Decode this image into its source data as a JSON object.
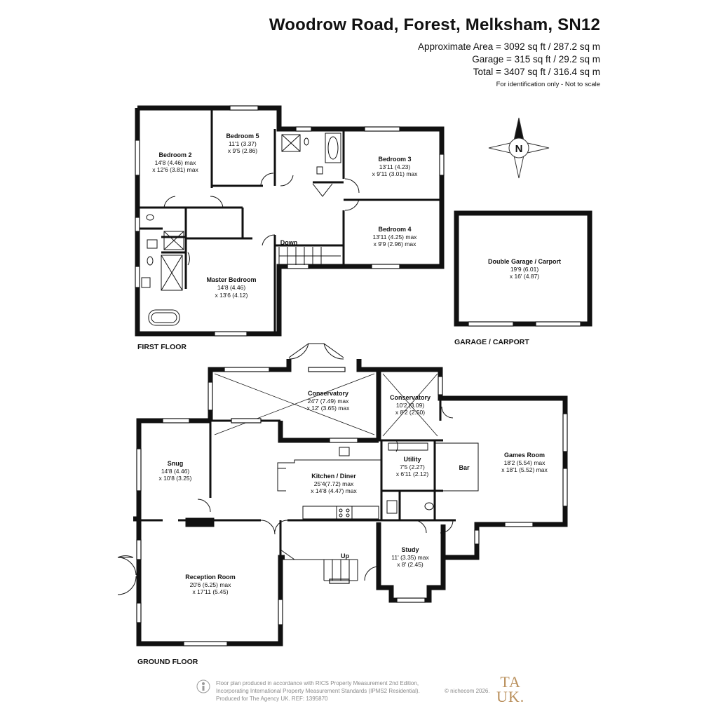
{
  "header": {
    "title": "Woodrow Road, Forest, Melksham, SN12",
    "area_line": "Approximate Area = 3092 sq ft / 287.2 sq m",
    "garage_line": "Garage = 315 sq ft / 29.2 sq m",
    "total_line": "Total = 3407 sq ft / 316.4 sq m",
    "note": "For identification only - Not to scale"
  },
  "compass": {
    "label": "N"
  },
  "floors": {
    "first": "FIRST FLOOR",
    "garage": "GARAGE / CARPORT",
    "ground": "GROUND FLOOR"
  },
  "rooms": {
    "bedroom2": {
      "name": "Bedroom 2",
      "dim1": "14'8 (4.46) max",
      "dim2": "x 12'6 (3.81) max"
    },
    "bedroom5": {
      "name": "Bedroom 5",
      "dim1": "11'1 (3.37)",
      "dim2": "x 9'5 (2.86)"
    },
    "bedroom3": {
      "name": "Bedroom 3",
      "dim1": "13'11 (4.23)",
      "dim2": "x 9'11 (3.01) max"
    },
    "bedroom4": {
      "name": "Bedroom 4",
      "dim1": "13'11 (4.25) max",
      "dim2": "x 9'9 (2.96) max"
    },
    "master": {
      "name": "Master Bedroom",
      "dim1": "14'8 (4.46)",
      "dim2": "x 13'6 (4.12)"
    },
    "garage": {
      "name": "Double Garage / Carport",
      "dim1": "19'9 (6.01)",
      "dim2": "x 16' (4.87)"
    },
    "conservatory_main": {
      "name": "Conservatory",
      "dim1": "24'7 (7.49) max",
      "dim2": "x 12' (3.65) max"
    },
    "conservatory_small": {
      "name": "Conservatory",
      "dim1": "10'2 (3.09)",
      "dim2": "x 8'2 (2.50)"
    },
    "snug": {
      "name": "Snug",
      "dim1": "14'8 (4.46)",
      "dim2": "x 10'8 (3.25)"
    },
    "kitchen": {
      "name": "Kitchen / Diner",
      "dim1": "25'4(7.72) max",
      "dim2": "x 14'8 (4.47) max"
    },
    "utility": {
      "name": "Utility",
      "dim1": "7'5 (2.27)",
      "dim2": "x 6'11 (2.12)"
    },
    "games": {
      "name": "Games Room",
      "dim1": "18'2 (5.54) max",
      "dim2": "x 18'1 (5.52) max"
    },
    "bar": {
      "name": "Bar"
    },
    "study": {
      "name": "Study",
      "dim1": "11' (3.35) max",
      "dim2": "x 8' (2.45)"
    },
    "reception": {
      "name": "Reception Room",
      "dim1": "20'6 (6.25) max",
      "dim2": "x 17'11 (5.45)"
    }
  },
  "stairs": {
    "down": "Down",
    "up": "Up"
  },
  "footer": {
    "line1": "Floor plan produced in accordance with RICS Property Measurement 2nd Edition,",
    "line2": "Incorporating International Property Measurement Standards (IPMS2 Residential).",
    "line3": "Produced for The Agency UK.   REF:  1395870",
    "copyright": "© nichecom 2026."
  },
  "brand": {
    "line1": "TA",
    "line2": "UK."
  }
}
